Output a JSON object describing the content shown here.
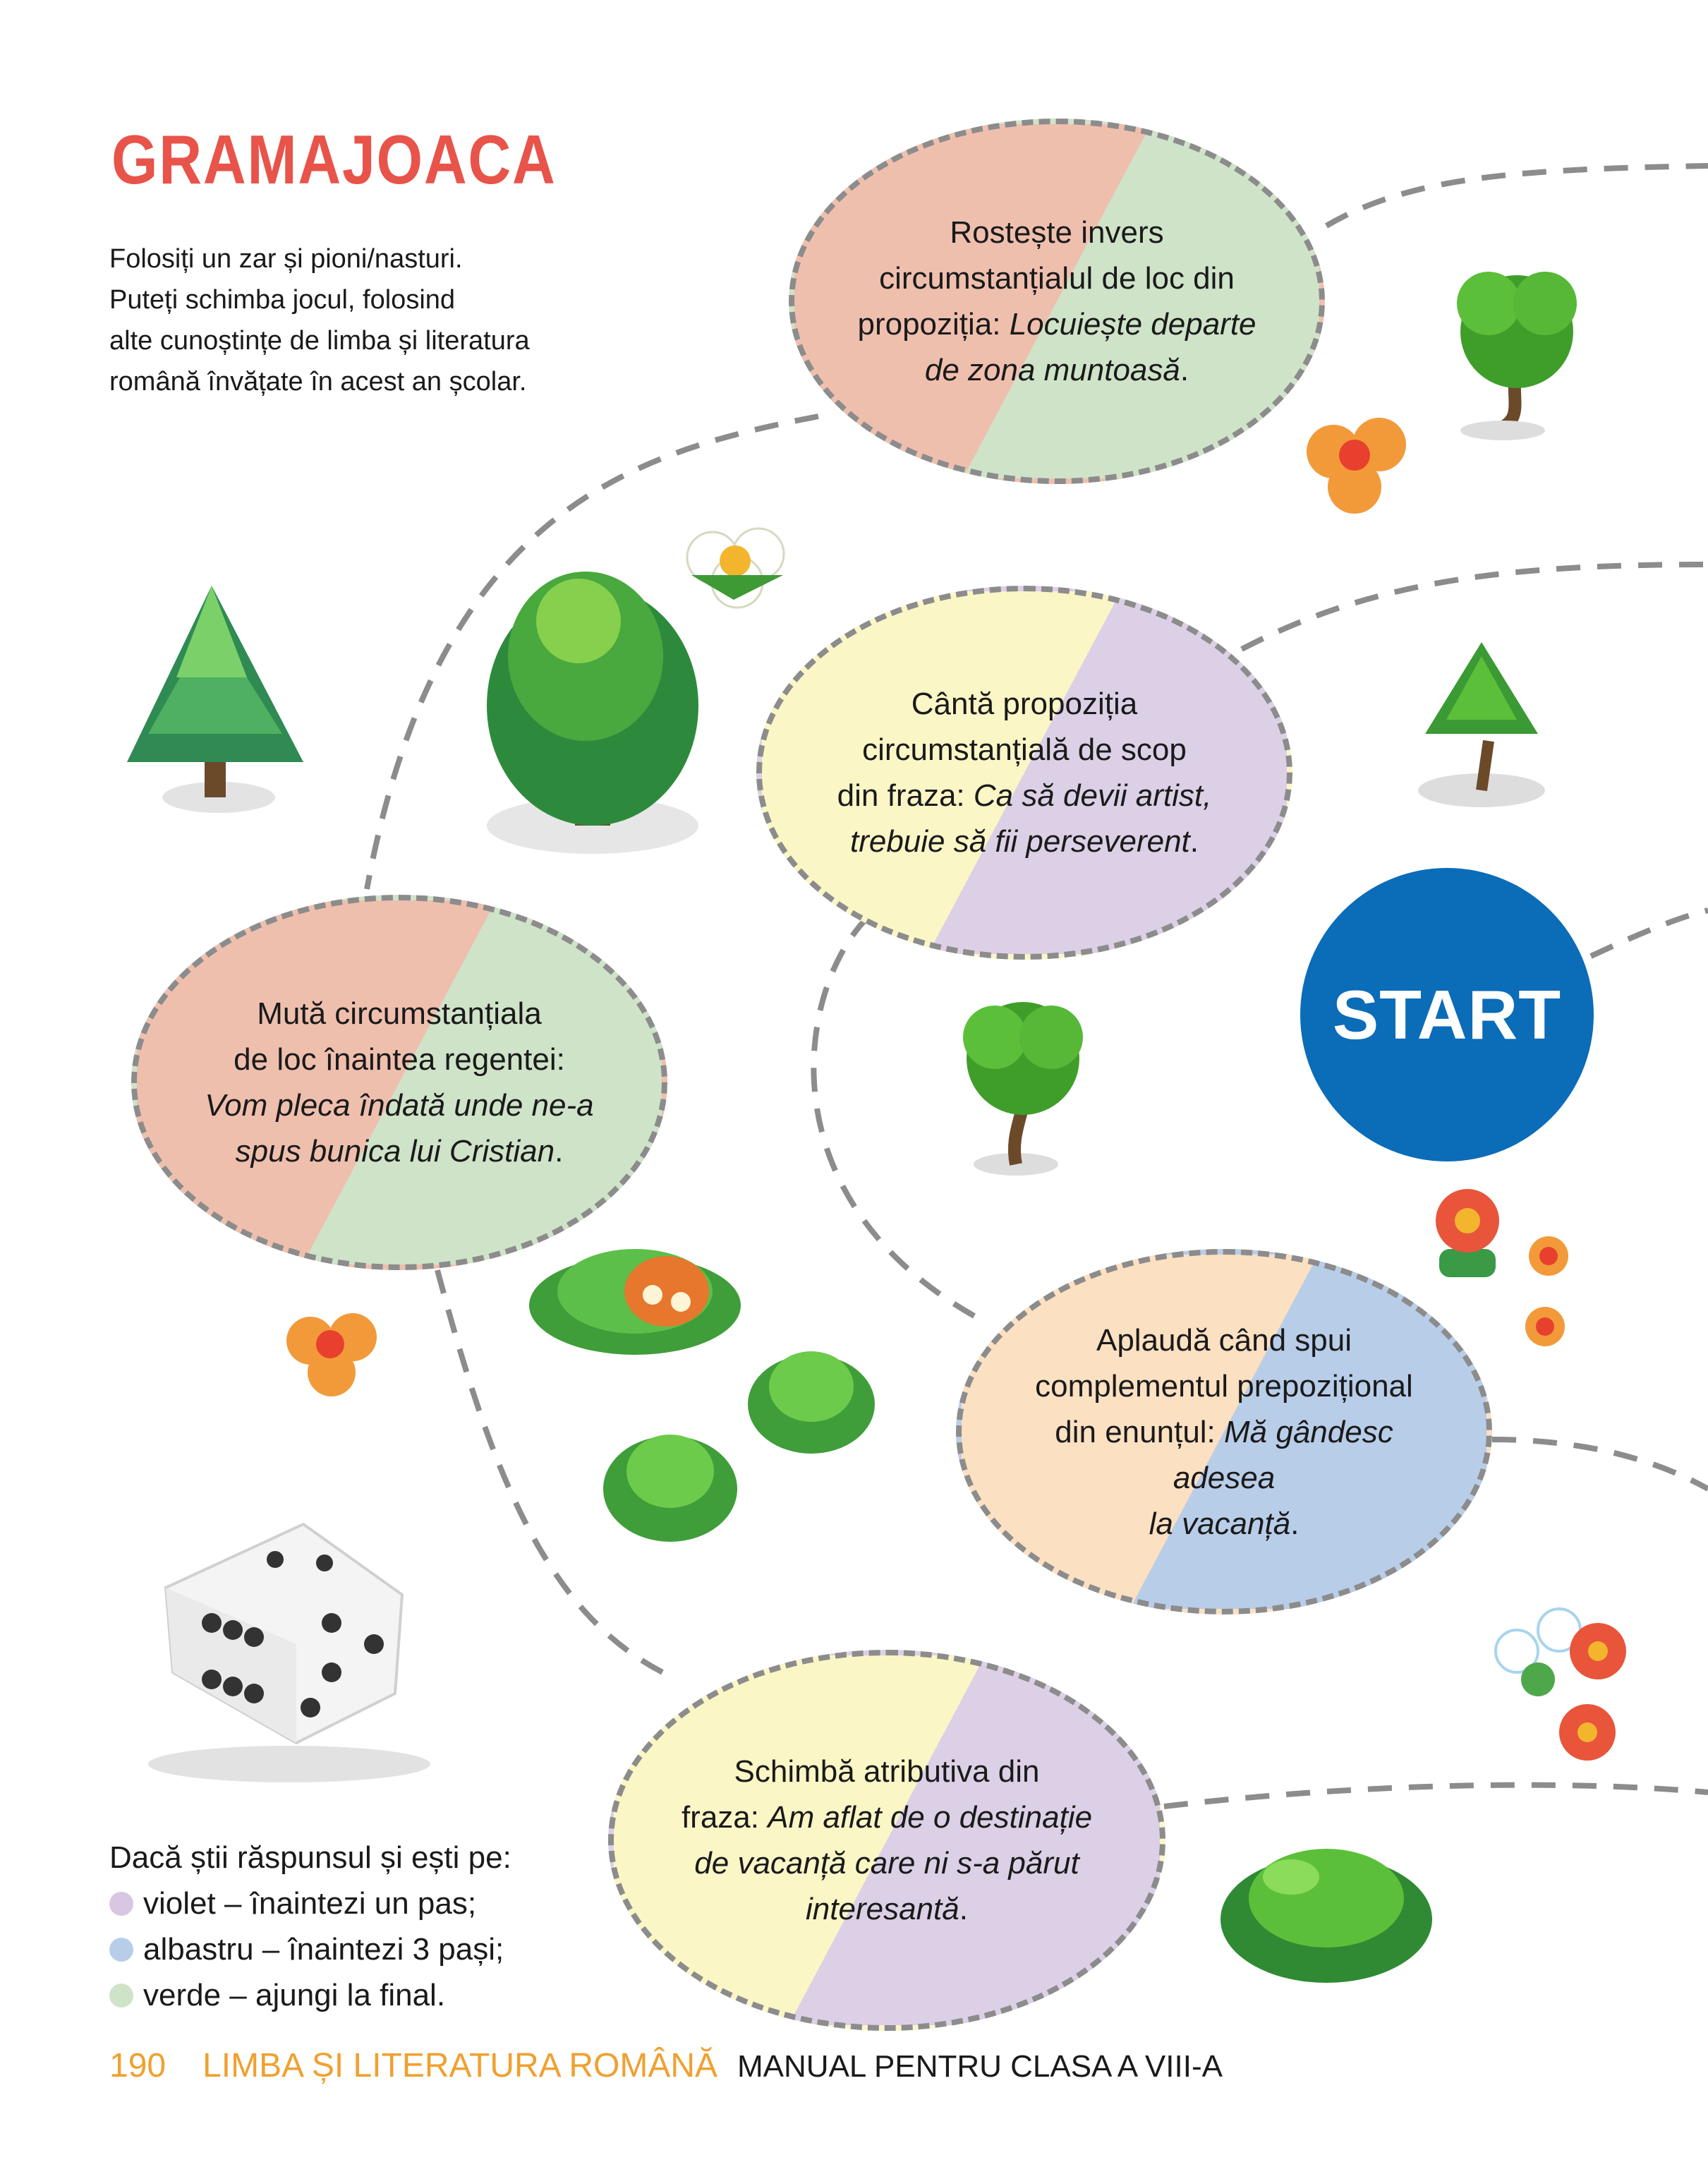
{
  "title": "GRAMAJOACA",
  "intro": {
    "line1": "Folosiți un zar și pioni/nasturi.",
    "line2": "Puteți schimba jocul, folosind",
    "line3": "alte cunoștințe de limba și literatura",
    "line4": "română învățate în acest an școlar."
  },
  "start_label": "START",
  "bubbles": {
    "b1": {
      "t1": "Rostește invers",
      "t2": "circumstanțialul de loc din",
      "t3": "propoziția: ",
      "i1": "Locuiește departe",
      "i2": "de zona muntoasă",
      "end": "."
    },
    "b2": {
      "t1": "Cântă propoziția",
      "t2": "circumstanțială de scop",
      "t3": "din fraza: ",
      "i1": "Ca să devii artist,",
      "i2": "trebuie să fii perseverent",
      "end": "."
    },
    "b3": {
      "t1": "Mută circumstanțiala",
      "t2": "de loc înaintea regentei:",
      "i1": "Vom pleca îndată unde ne-a",
      "i2": "spus bunica lui Cristian",
      "end": "."
    },
    "b4": {
      "t1": "Aplaudă când spui",
      "t2": "complementul prepozițional",
      "t3": "din enunțul: ",
      "i1": "Mă gândesc adesea",
      "i2": "la vacanță",
      "end": "."
    },
    "b5": {
      "t1": "Schimbă atributiva din",
      "t2": "fraza: ",
      "i1": "Am aflat de o destinație",
      "i2": "de vacanță care ni s-a părut",
      "i3": "interesantă",
      "end": "."
    }
  },
  "legend": {
    "heading": "Dacă știi răspunsul și ești pe:",
    "items": [
      {
        "text": "violet – înaintezi un pas;",
        "color": "#d9c6e3"
      },
      {
        "text": "albastru – înaintezi 3 pași;",
        "color": "#b8cde8"
      },
      {
        "text": "verde – ajungi la final.",
        "color": "#cfe3c8"
      }
    ]
  },
  "footer": {
    "page": "190",
    "subject": "LIMBA ȘI LITERATURA ROMÂNĂ",
    "manual": "MANUAL PENTRU CLASA A VIII-A"
  },
  "colors": {
    "title": "#e8534a",
    "start": "#0b6cb8",
    "footer_accent": "#f0a030",
    "path": "#8c8c8c"
  }
}
